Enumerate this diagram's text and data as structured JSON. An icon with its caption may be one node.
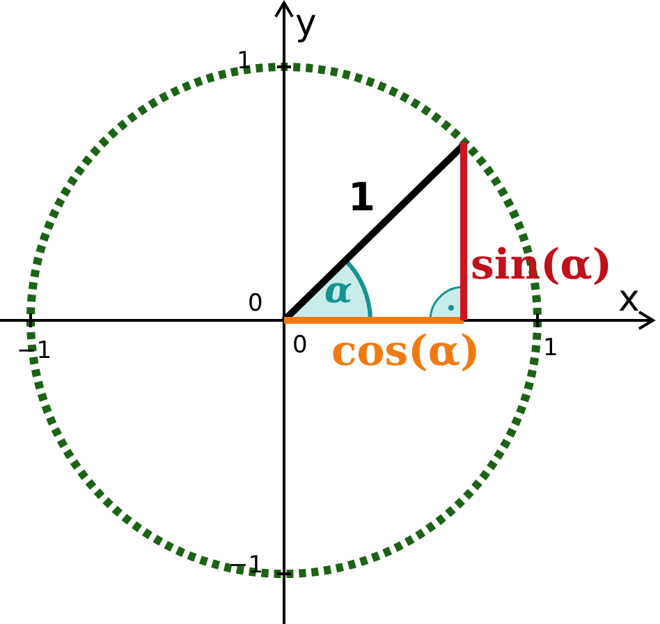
{
  "diagram": {
    "labels": [
      "y",
      "1",
      "1",
      "sin(α)",
      "0",
      "x",
      "−1",
      "α",
      "0",
      "cos(α)",
      "1",
      "−1"
    ]
  }
}
